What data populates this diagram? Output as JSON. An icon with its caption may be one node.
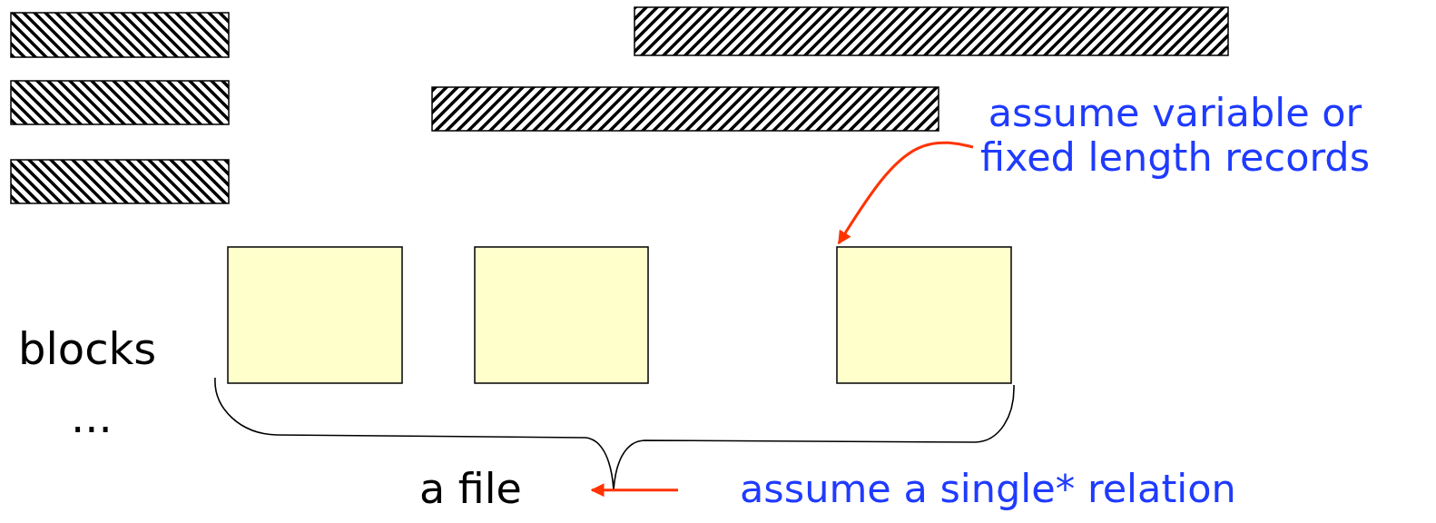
{
  "diagram": {
    "nodes": [
      {
        "text": [],
        "shape": "bar"
      },
      {
        "text": [],
        "shape": "bar"
      },
      {
        "text": [],
        "shape": "bar"
      },
      {
        "text": [],
        "shape": "bar"
      },
      {
        "text": [],
        "shape": "bar"
      },
      {
        "text": [
          "assume variable or fixed length records"
        ]
      },
      {
        "text": [],
        "shape": "box"
      },
      {
        "text": [],
        "shape": "box"
      },
      {
        "text": [],
        "shape": "box"
      },
      {
        "text": [
          "a file"
        ]
      },
      {
        "text": [
          "assume a single* relation"
        ]
      }
    ],
    "edges": [
      {
        "from": 5,
        "to": 8,
        "arrow": "to"
      },
      {
        "from": 10,
        "to": 9,
        "arrow": "to"
      }
    ],
    "labels": [
      "blocks",
      "..."
    ]
  }
}
